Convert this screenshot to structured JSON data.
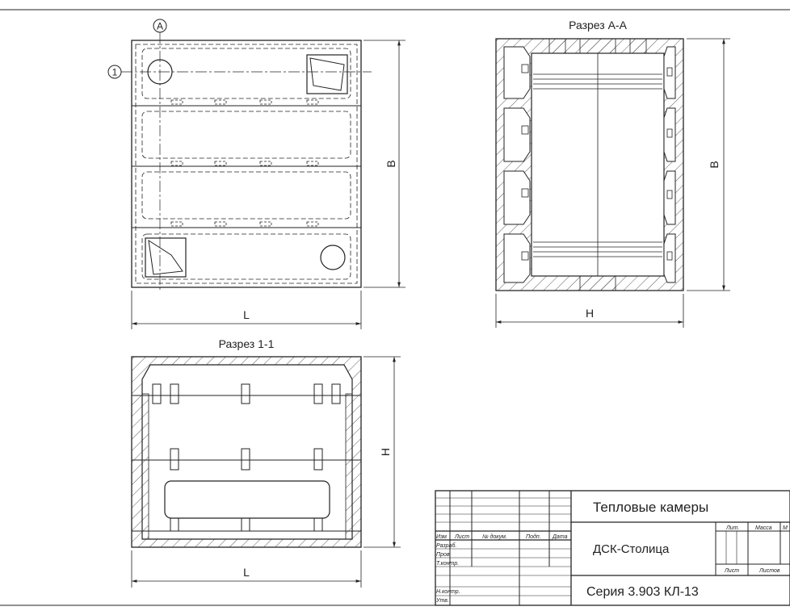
{
  "plan": {
    "axis_letter": "A",
    "axis_number": "1",
    "dim_width": "L",
    "dim_depth": "B"
  },
  "section_aa": {
    "title": "Разрез А-А",
    "dim_width": "H",
    "dim_depth": "B"
  },
  "section_11": {
    "title": "Разрез 1-1",
    "dim_width": "L",
    "dim_height": "H"
  },
  "title_block": {
    "title": "Тепловые камеры",
    "organization": "ДСК-Столица",
    "series": "Серия 3.903 КЛ-13",
    "columns": [
      "Изм",
      "Лист",
      "№ докум.",
      "Подп.",
      "Дата"
    ],
    "rows": [
      "Разраб.",
      "Пров.",
      "Т.контр.",
      "Н.контр.",
      "Утв."
    ],
    "stage_labels": [
      "Лит.",
      "Масса",
      "М"
    ],
    "sheet_labels": [
      "Лист",
      "Листов"
    ]
  },
  "colors": {
    "line": "#222222",
    "paper": "#ffffff"
  }
}
